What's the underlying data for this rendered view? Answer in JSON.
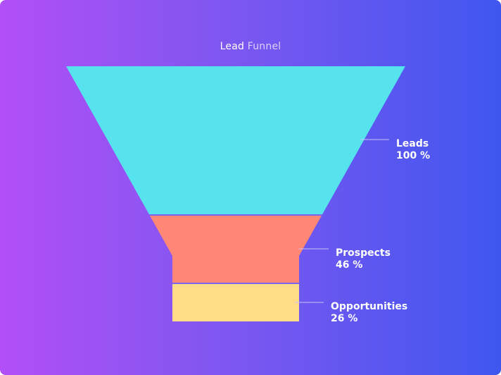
{
  "chart_data": {
    "type": "funnel",
    "title_parts": [
      "Lead",
      "Funnel"
    ],
    "stages": [
      {
        "name": "Leads",
        "value": 100,
        "label": "100 %",
        "color": "#56e3ee"
      },
      {
        "name": "Prospects",
        "value": 46,
        "label": "46 %",
        "color": "#ff8776"
      },
      {
        "name": "Opportunities",
        "value": 26,
        "label": "26 %",
        "color": "#ffdc86"
      }
    ],
    "colors": {
      "gradient_start": "#b24ff6",
      "gradient_end": "#3f57ef",
      "divider": "#7b62ef",
      "leader_line": "#c9c2f7"
    }
  }
}
